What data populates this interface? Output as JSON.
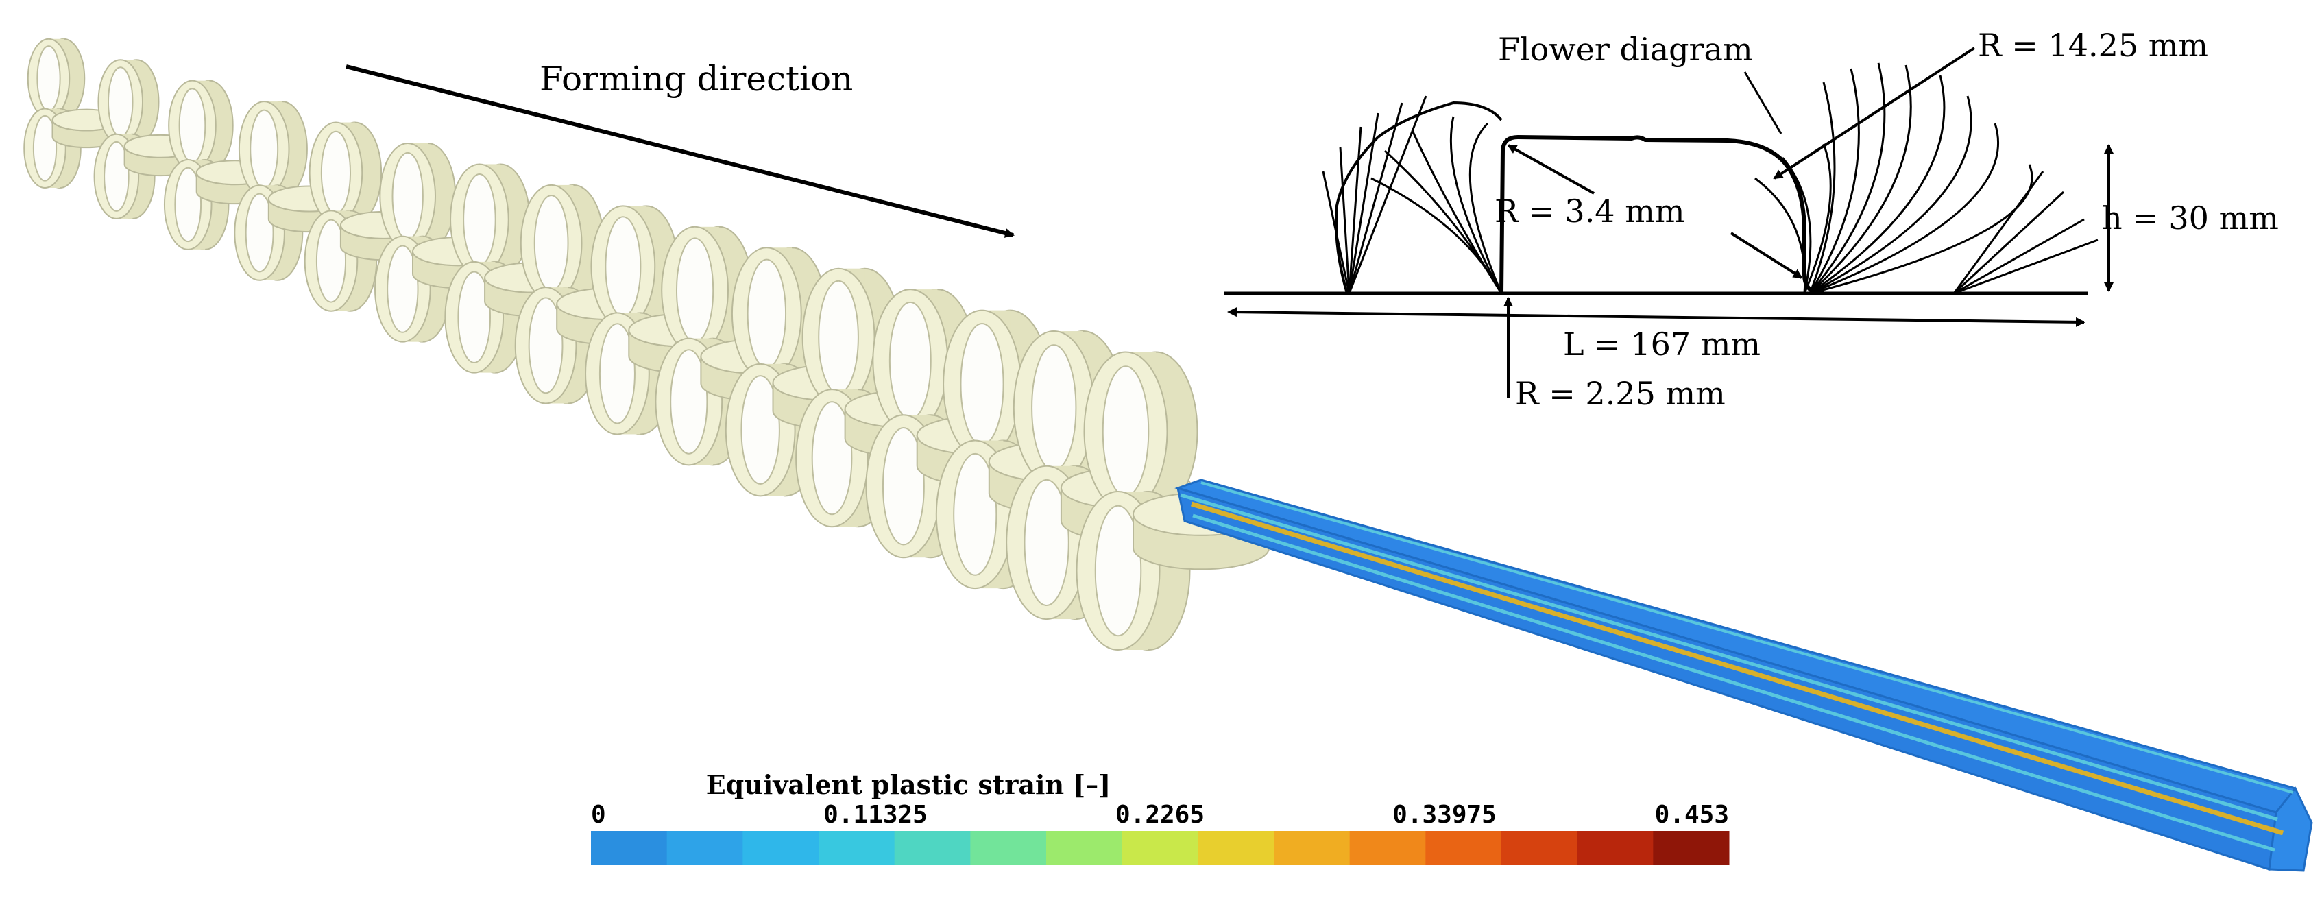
{
  "diagram": {
    "forming_direction_label": "Forming direction",
    "flower_diagram_label": "Flower diagram",
    "radius_top_right": "R = 14.25 mm",
    "radius_inner": "R = 3.4 mm",
    "radius_bottom": "R = 2.25 mm",
    "height_label": "h = 30 mm",
    "length_label": "L = 167 mm"
  },
  "colorbar": {
    "title": "Equivalent plastic strain [–]",
    "ticks": [
      "0",
      "0.11325",
      "0.2265",
      "0.33975",
      "0.453"
    ],
    "colors": [
      "#2a8fe0",
      "#2ea3e8",
      "#2fb7ea",
      "#38c8e0",
      "#4fd6c2",
      "#72e49a",
      "#9cea6c",
      "#c9e84a",
      "#e8cf2e",
      "#f0ad22",
      "#f0881a",
      "#e96414",
      "#d6420f",
      "#b8260c",
      "#8f1608"
    ]
  },
  "colors": {
    "roll_fill": "#f1f1d6",
    "roll_side": "#e2e2bf",
    "roll_stroke": "#b9b99a",
    "strip_main": "#2e86e6",
    "strip_edge": "#58c6de",
    "strip_center": "#d8b02c"
  }
}
